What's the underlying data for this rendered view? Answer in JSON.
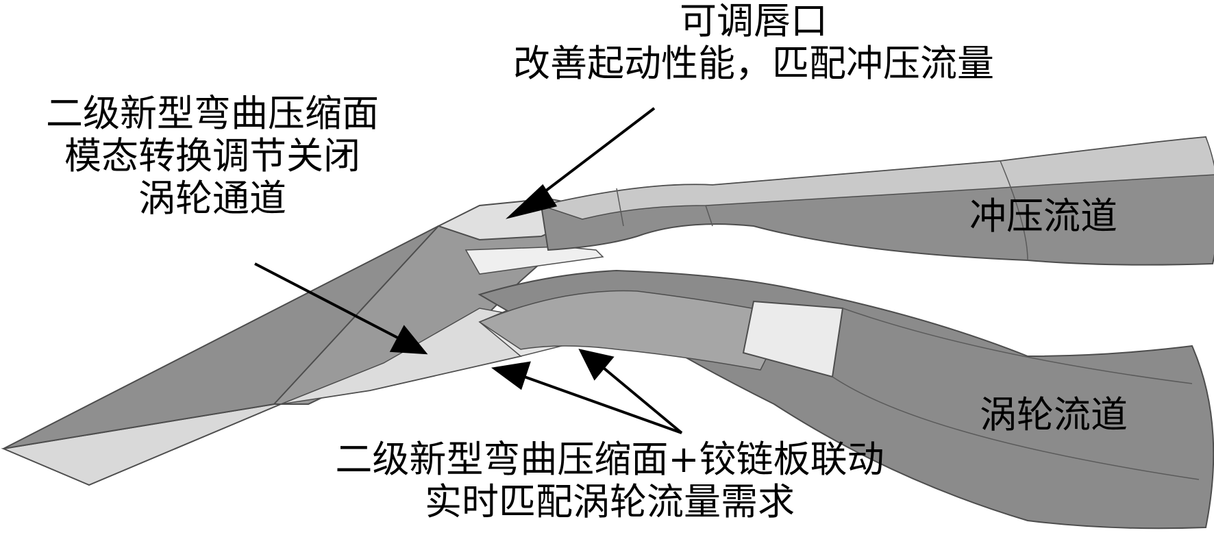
{
  "annotations": {
    "lip": {
      "title": "可调唇口",
      "desc": "改善起动性能，匹配冲压流量"
    },
    "secondary_closed": {
      "line1": "二级新型弯曲压缩面",
      "line2": "模态转换调节关闭",
      "line3": "涡轮通道"
    },
    "secondary_hinged": {
      "line1": "二级新型弯曲压缩面+铰链板联动",
      "line2": "实时匹配涡轮流量需求"
    },
    "ram_duct": "冲压流道",
    "turbine_duct": "涡轮流道"
  },
  "colors": {
    "dark_surface": "#8a8a8a",
    "mid_surface": "#a9a9a9",
    "light_surface": "#d4d4d4",
    "lightest_surface": "#ececec",
    "edge": "#4d4d4d",
    "arrow": "#000000"
  }
}
